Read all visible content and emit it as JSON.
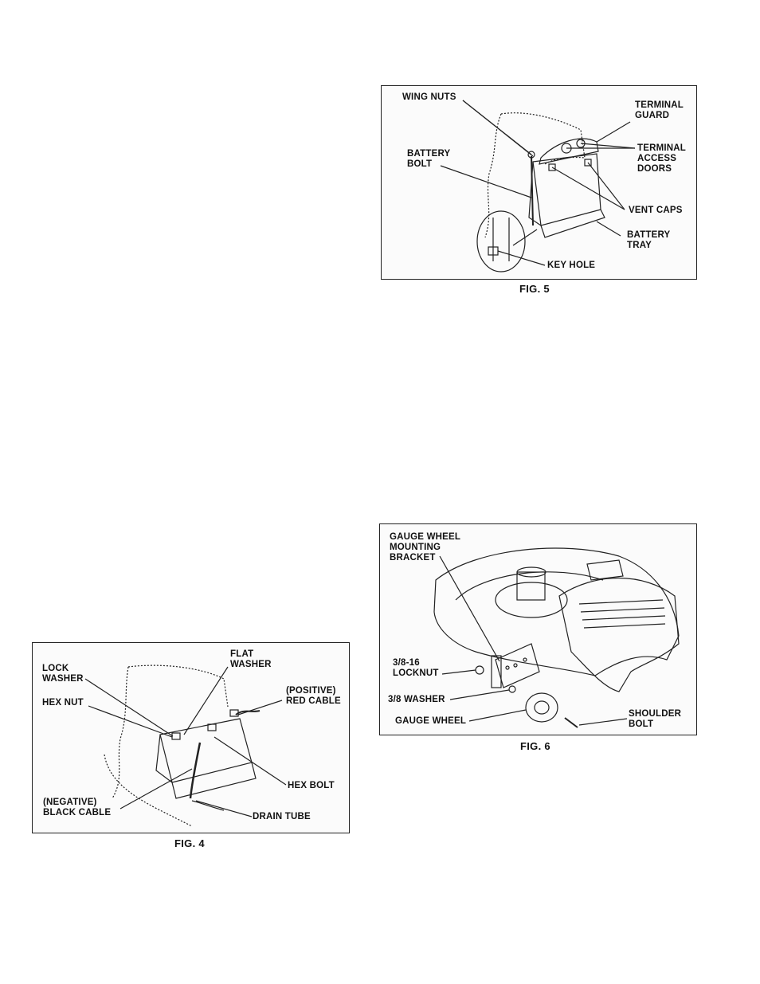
{
  "fig5": {
    "caption": "FIG. 5",
    "labels": {
      "wing_nuts": "WING NUTS",
      "terminal_guard_1": "TERMINAL",
      "terminal_guard_2": "GUARD",
      "terminal_access_1": "TERMINAL",
      "terminal_access_2": "ACCESS",
      "terminal_access_3": "DOORS",
      "battery_bolt_1": "BATTERY",
      "battery_bolt_2": "BOLT",
      "vent_caps": "VENT CAPS",
      "battery_tray_1": "BATTERY",
      "battery_tray_2": "TRAY",
      "key_hole": "KEY HOLE"
    }
  },
  "fig6": {
    "caption": "FIG. 6",
    "labels": {
      "bracket_1": "GAUGE WHEEL",
      "bracket_2": "MOUNTING",
      "bracket_3": "BRACKET",
      "locknut_1": "3/8-16",
      "locknut_2": "LOCKNUT",
      "washer": "3/8 WASHER",
      "gauge_wheel": "GAUGE WHEEL",
      "shoulder_bolt_1": "SHOULDER",
      "shoulder_bolt_2": "BOLT"
    }
  },
  "fig4": {
    "caption": "FIG. 4",
    "labels": {
      "flat_washer_1": "FLAT",
      "flat_washer_2": "WASHER",
      "lock_washer_1": "LOCK",
      "lock_washer_2": "WASHER",
      "hex_nut": "HEX NUT",
      "positive_1": "(POSITIVE)",
      "positive_2": "RED CABLE",
      "hex_bolt": "HEX BOLT",
      "negative_1": "(NEGATIVE)",
      "negative_2": "BLACK CABLE",
      "drain_tube": "DRAIN TUBE"
    }
  }
}
